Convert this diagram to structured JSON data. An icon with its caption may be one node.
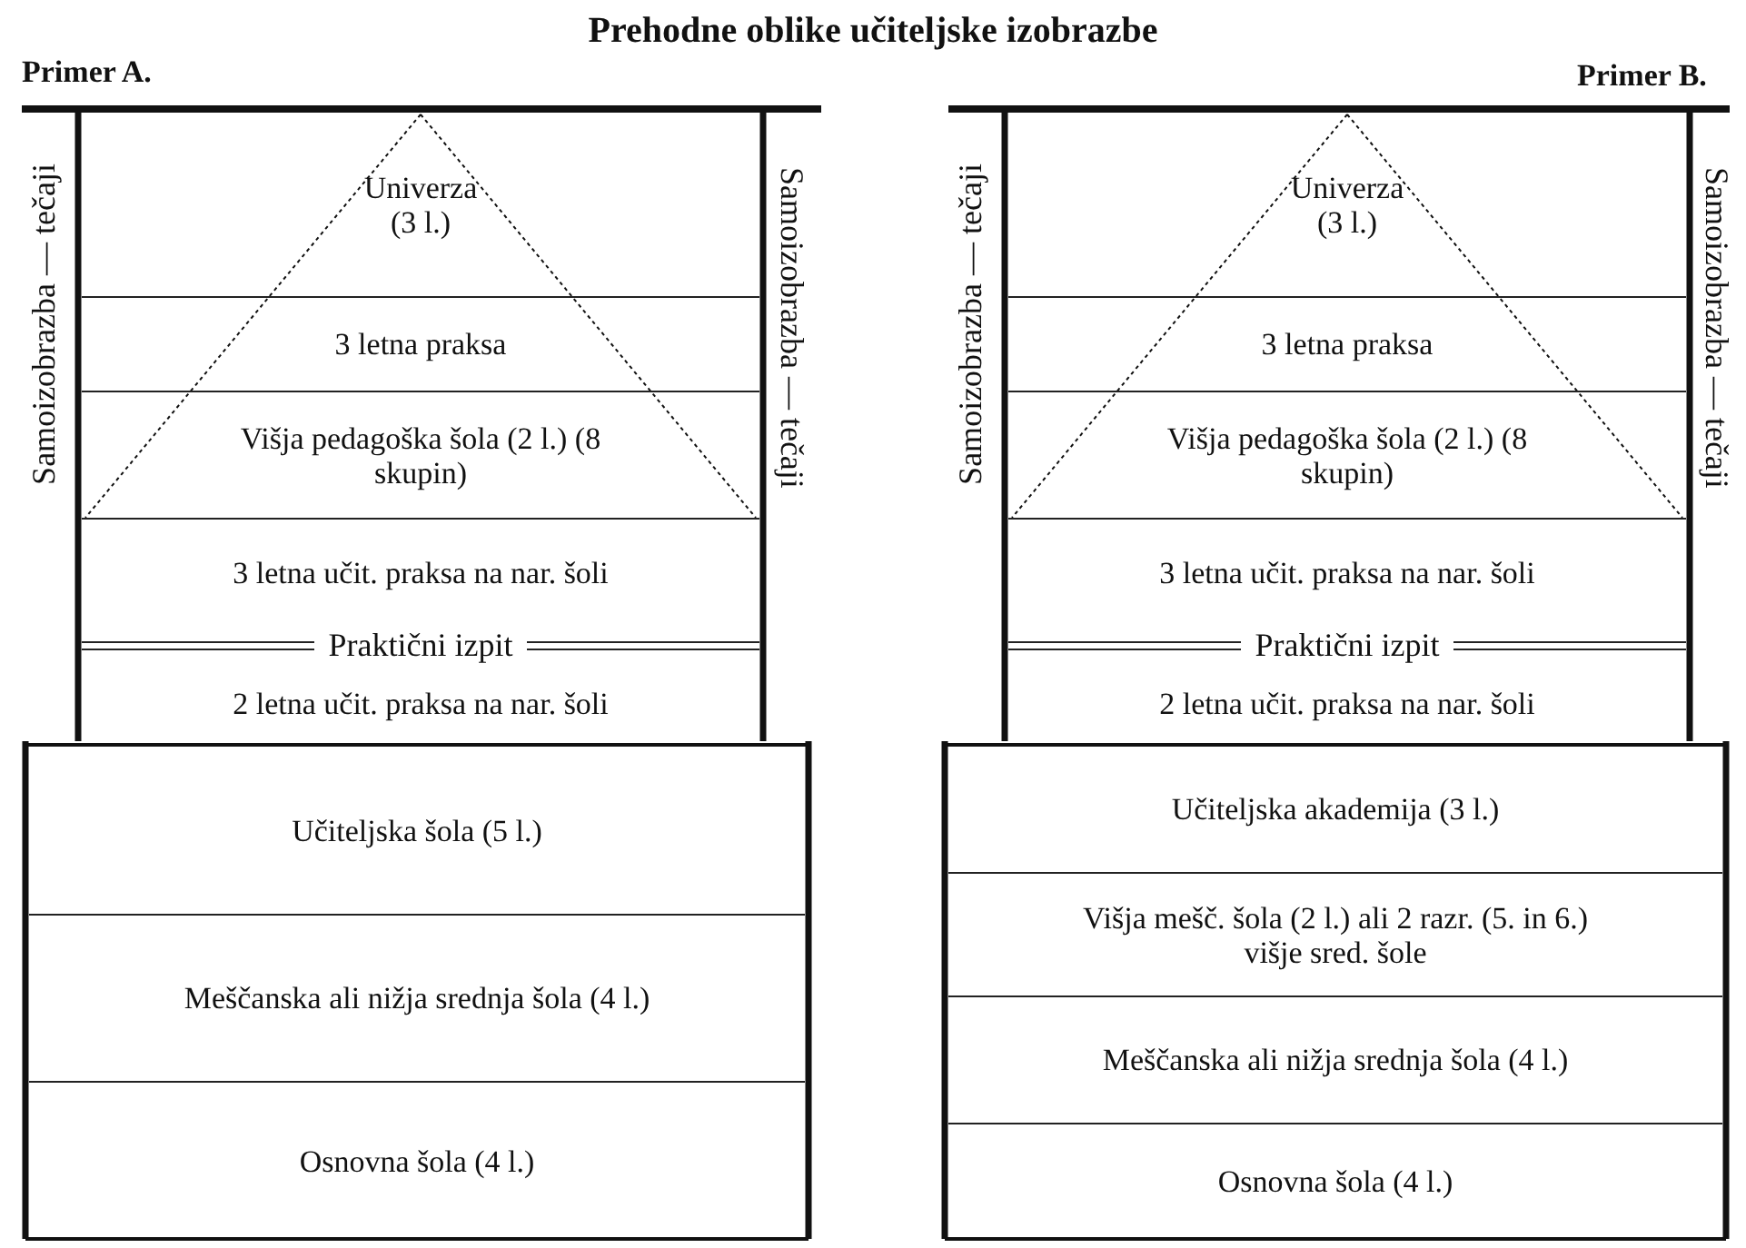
{
  "diagram": {
    "title": "Prehodne oblike učiteljske izobrazbe",
    "nodes": [
      {
        "text": [
          "Univerza (3 l.)"
        ]
      },
      {
        "text": [
          "3 letna praksa"
        ]
      },
      {
        "text": [
          "Višja pedagoška šola (2 l.) (8 skupin)"
        ]
      },
      {
        "text": [
          "3 letna učit. praksa na nar. šoli"
        ]
      },
      {
        "text": [
          "Praktični izpit"
        ]
      },
      {
        "text": [
          "2 letna učit. praksa na nar. šoli"
        ]
      },
      {
        "text": [
          "Učiteljska šola (5 l.)"
        ]
      },
      {
        "text": [
          "Meščanska ali nižja srednja šola (4 l.)"
        ]
      },
      {
        "text": [
          "Osnovna šola (4 l.)"
        ]
      },
      {
        "text": [
          "Univerza (3 l.)"
        ]
      },
      {
        "text": [
          "3 letna praksa"
        ]
      },
      {
        "text": [
          "Višja pedagoška šola (2 l.) (8 skupin)"
        ]
      },
      {
        "text": [
          "3 letna učit. praksa na nar. šoli"
        ]
      },
      {
        "text": [
          "Praktični izpit"
        ]
      },
      {
        "text": [
          "2 letna učit. praksa na nar. šoli"
        ]
      },
      {
        "text": [
          "Učiteljska akademija (3 l.)"
        ]
      },
      {
        "text": [
          "Višja mešč. šola (2 l.) ali 2 razr. (5. in 6.) višje sred. šole"
        ]
      },
      {
        "text": [
          "Meščanska ali nižja srednja šola (4 l.)"
        ]
      },
      {
        "text": [
          "Osnovna šola (4 l.)"
        ]
      }
    ],
    "edges": [],
    "labels": [
      "Primer A.",
      "Primer B.",
      "Samoizobrazba — tečaji",
      "Samoizobrazba — tečaji",
      "Samoizobrazba — tečaji",
      "Samoizobrazba — tečaji"
    ]
  }
}
